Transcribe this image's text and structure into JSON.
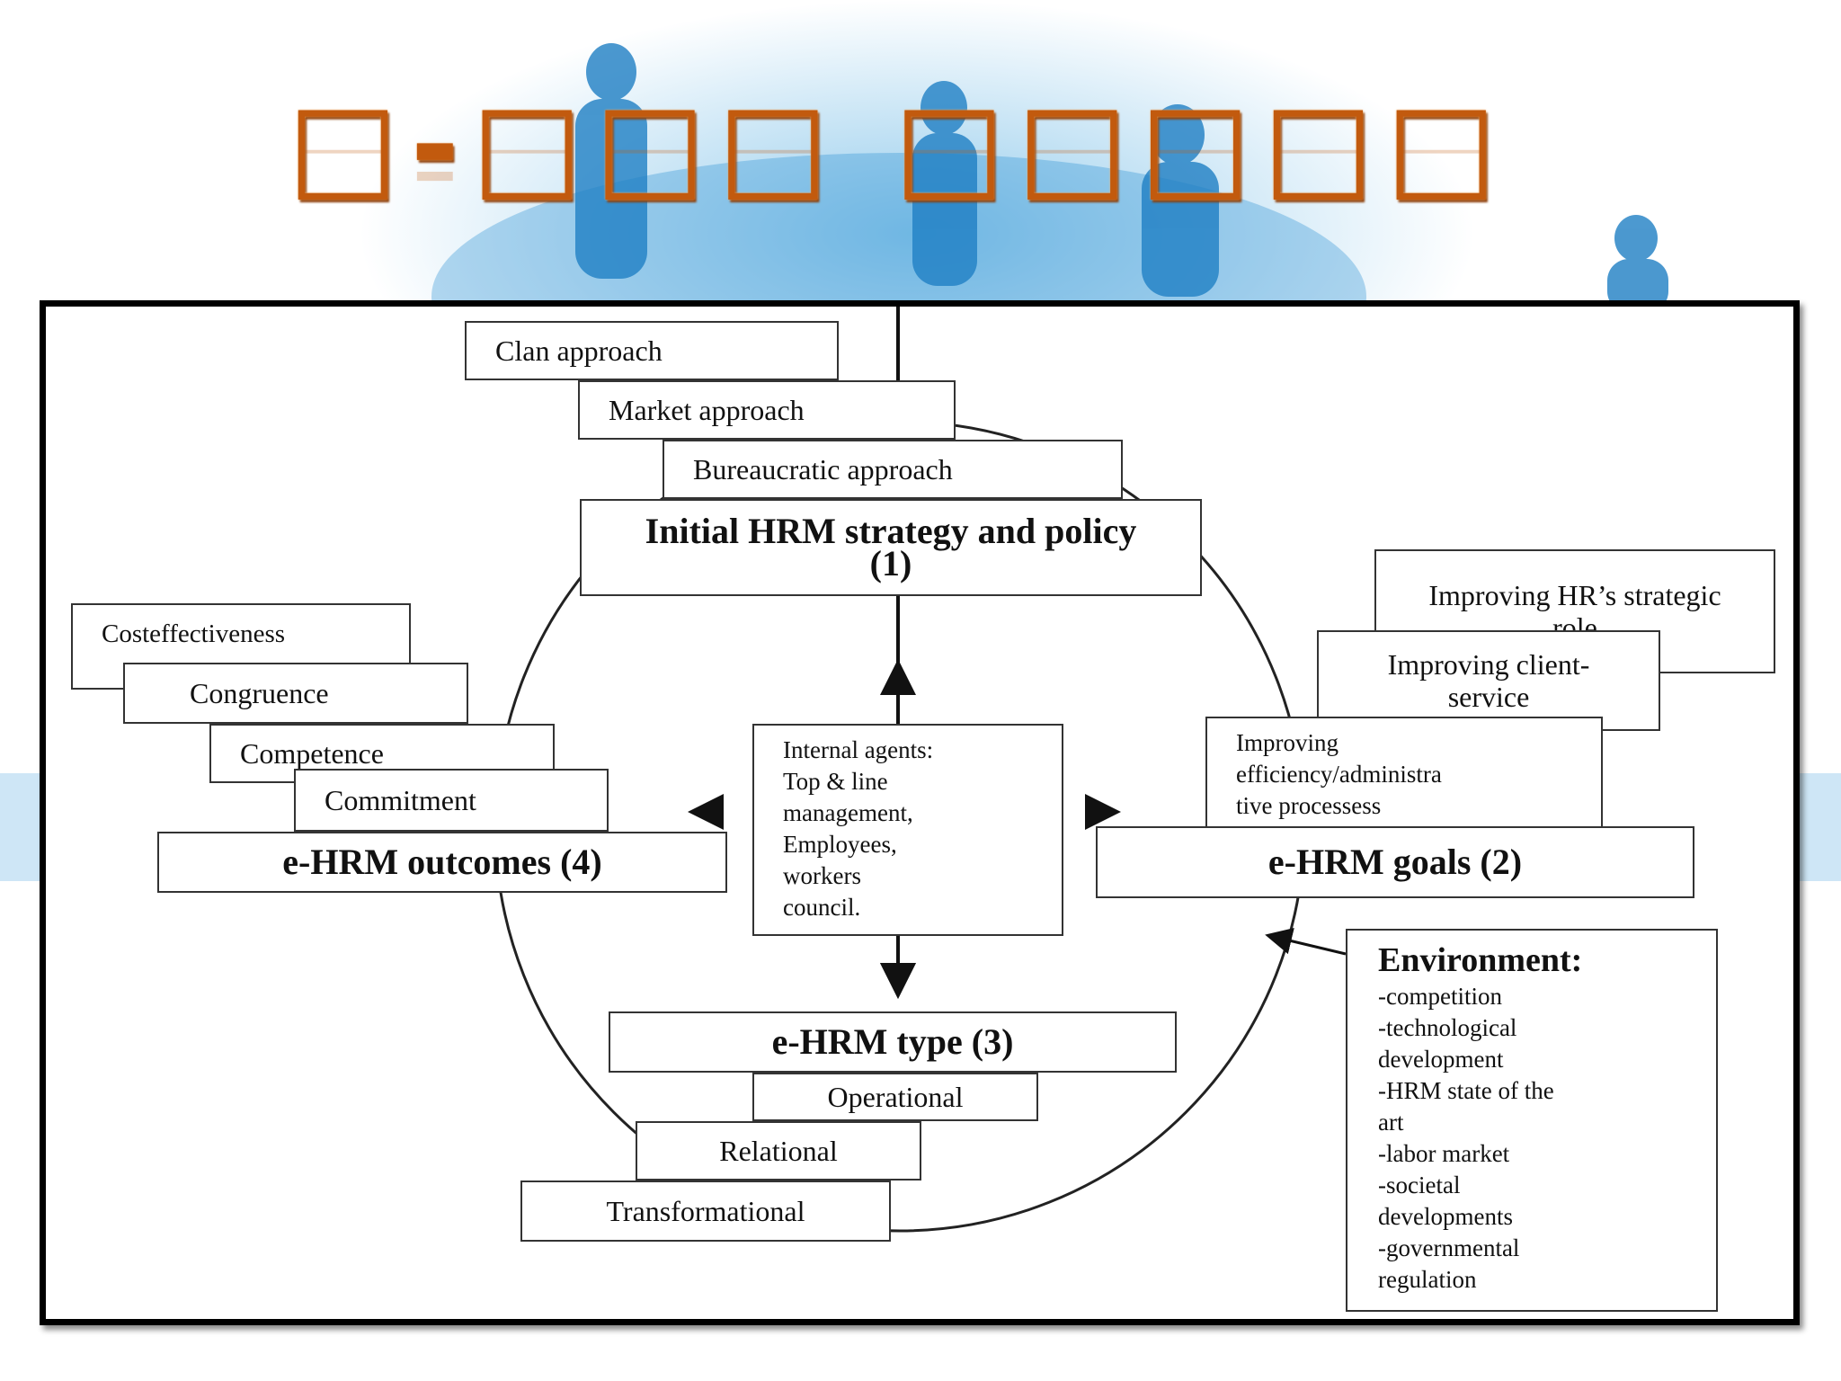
{
  "slide": {
    "title": "□-□□□ □□□□□",
    "accent_color": "#c25a0e"
  },
  "diagram": {
    "strategy": {
      "approaches": [
        "Clan approach",
        "Market approach",
        "Bureaucratic approach"
      ],
      "title": "Initial HRM strategy and policy (1)"
    },
    "goals": {
      "items": [
        "Improving HR’s strategic role",
        "Improving client-service",
        "Improving\nefficiency/administra\ntive processess"
      ],
      "title": "e-HRM goals (2)"
    },
    "type": {
      "title": "e-HRM type (3)",
      "items": [
        "Operational",
        "Relational",
        "Transformational"
      ]
    },
    "outcomes": {
      "items": [
        "Costeffectiveness",
        "Congruence",
        "Competence",
        "Commitment"
      ],
      "title": "e-HRM outcomes (4)"
    },
    "agents": {
      "text": "Internal agents:\nTop & line\nmanagement,\nEmployees,\nworkers\ncouncil."
    },
    "environment": {
      "title": "Environment:",
      "items": "-competition\n-technological\ndevelopment\n-HRM state of the\nart\n-labor market\n-societal\ndevelopments\n-governmental\nregulation"
    }
  }
}
